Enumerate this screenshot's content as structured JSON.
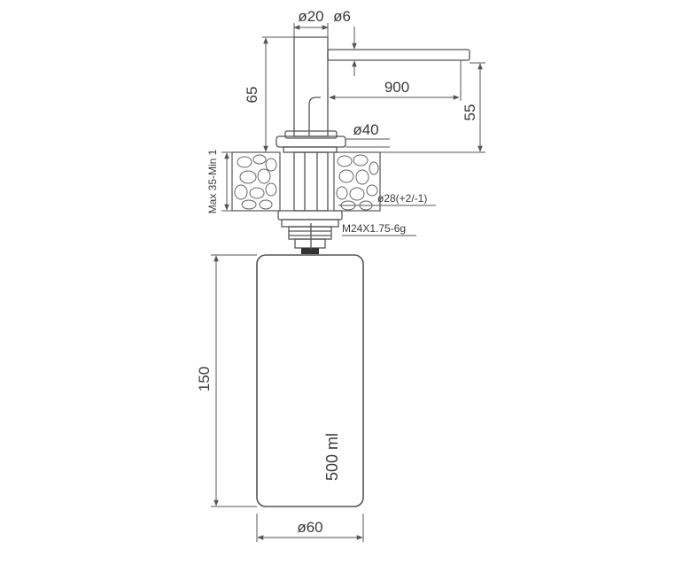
{
  "drawing": {
    "labels": {
      "spout_diameter": "ø20",
      "tip_diameter": "ø6",
      "height_above_counter": "65",
      "spout_reach": "900",
      "spout_height": "55",
      "flange_diameter": "ø40",
      "counter_thickness": "Max 35-Min 1",
      "hole_diameter": "ø28(+2/-1)",
      "thread_spec": "M24X1.75-6g",
      "bottle_height": "150",
      "bottle_volume": "500 ml",
      "bottle_diameter": "ø60"
    },
    "colors": {
      "line": "#555555",
      "text": "#3a3a3a",
      "background": "#ffffff"
    }
  }
}
